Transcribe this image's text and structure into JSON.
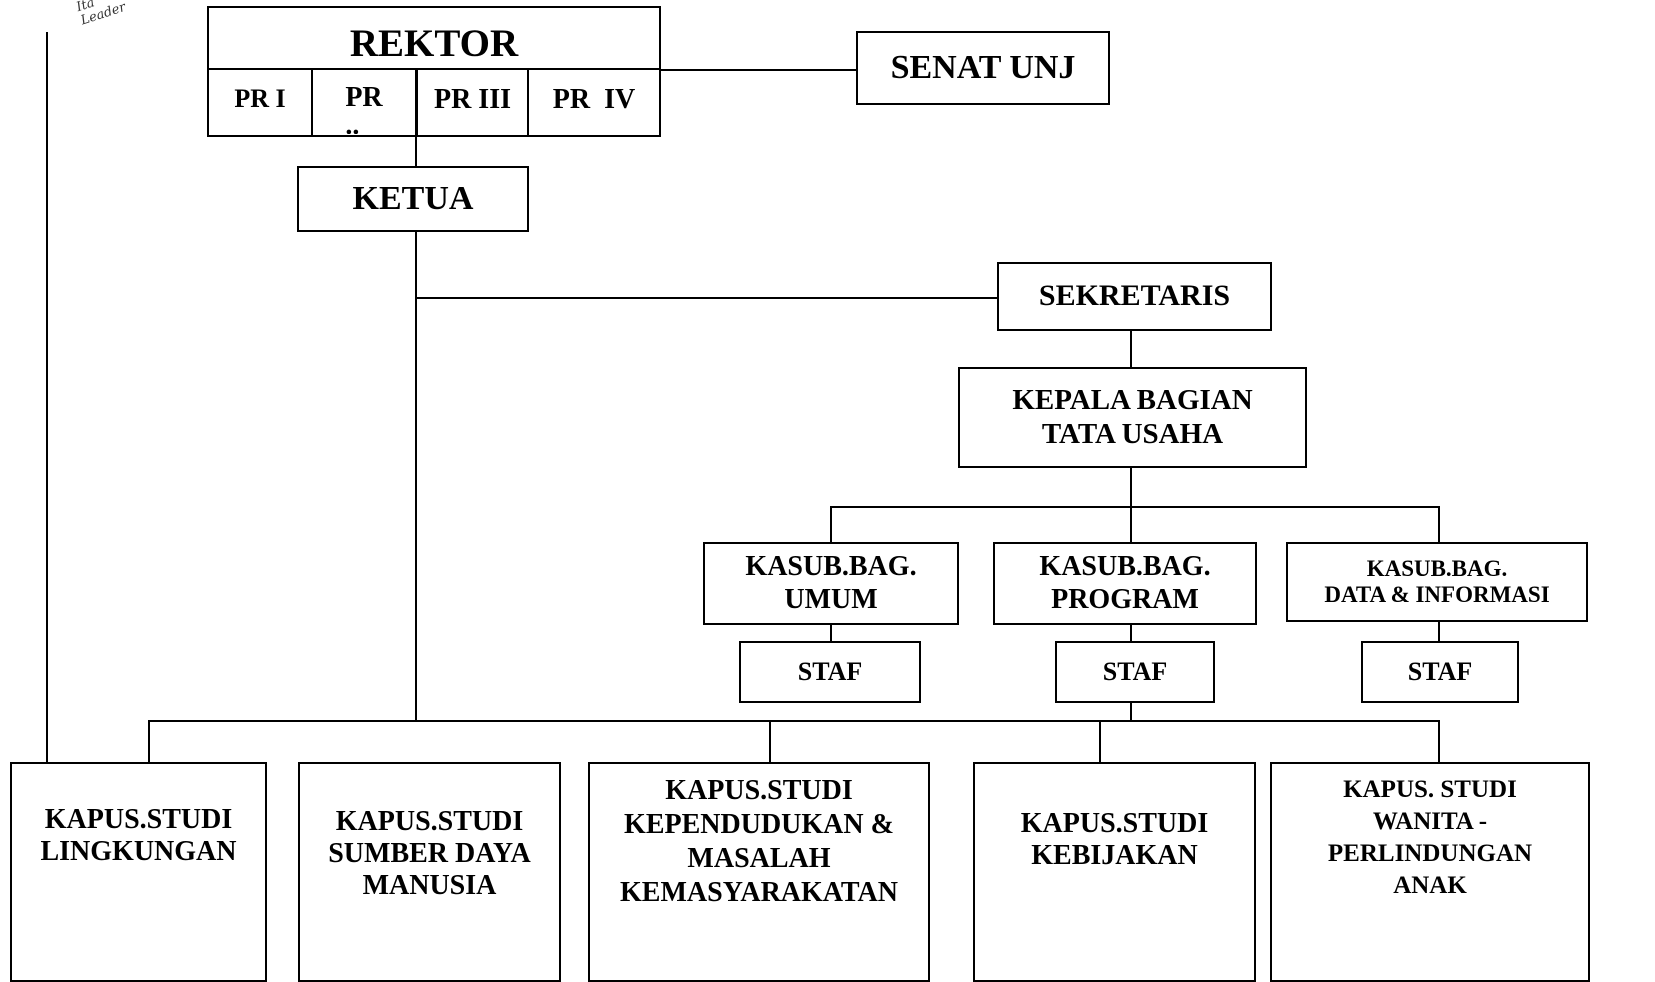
{
  "logo_fragment": "Ita\nLeader",
  "rektor": {
    "title": "REKTOR",
    "pr": [
      "PR I",
      "PR\n..",
      "PR III",
      "PR  IV"
    ]
  },
  "senat": "SENAT UNJ",
  "ketua": "KETUA",
  "sekretaris": "SEKRETARIS",
  "kepala_bagian": "KEPALA BAGIAN\nTATA USAHA",
  "kasub": [
    {
      "label": "KASUB.BAG.\nUMUM",
      "staf": "STAF"
    },
    {
      "label": "KASUB.BAG.\nPROGRAM",
      "staf": "STAF"
    },
    {
      "label": "KASUB.BAG.\nDATA & INFORMASI",
      "staf": "STAF"
    }
  ],
  "kapus": [
    "KAPUS.STUDI\nLINGKUNGAN",
    "KAPUS.STUDI\nSUMBER DAYA\nMANUSIA",
    "KAPUS.STUDI\nKEPENDUDUKAN &\nMASALAH\nKEMASYARAKATAN",
    "KAPUS.STUDI\nKEBIJAKAN",
    "KAPUS. STUDI\nWANITA -\nPERLINDUNGAN\nANAK"
  ]
}
